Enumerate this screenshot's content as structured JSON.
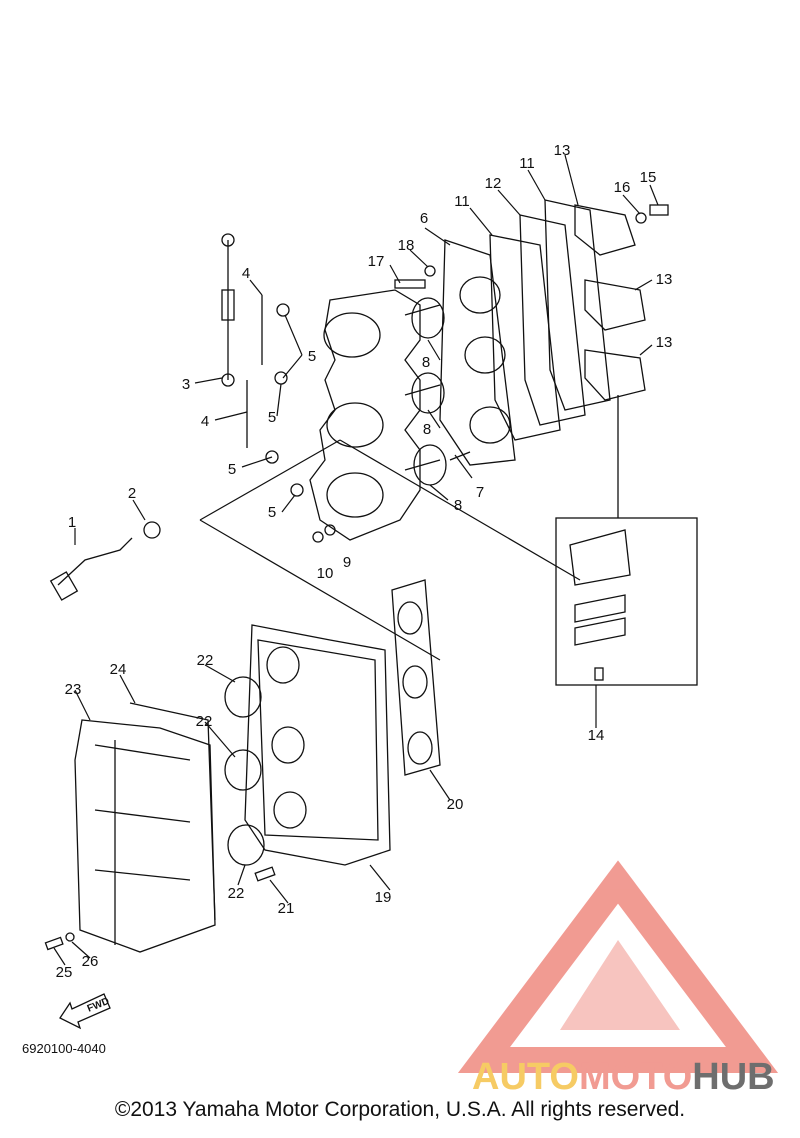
{
  "part_labels": [
    {
      "id": "1",
      "text": "1"
    },
    {
      "id": "2",
      "text": "2"
    },
    {
      "id": "3",
      "text": "3"
    },
    {
      "id": "4a",
      "text": "4"
    },
    {
      "id": "4b",
      "text": "4"
    },
    {
      "id": "5a",
      "text": "5"
    },
    {
      "id": "5b",
      "text": "5"
    },
    {
      "id": "5c",
      "text": "5"
    },
    {
      "id": "5d",
      "text": "5"
    },
    {
      "id": "6",
      "text": "6"
    },
    {
      "id": "7",
      "text": "7"
    },
    {
      "id": "8a",
      "text": "8"
    },
    {
      "id": "8b",
      "text": "8"
    },
    {
      "id": "8c",
      "text": "8"
    },
    {
      "id": "9",
      "text": "9"
    },
    {
      "id": "10",
      "text": "10"
    },
    {
      "id": "11a",
      "text": "11"
    },
    {
      "id": "11b",
      "text": "11"
    },
    {
      "id": "12",
      "text": "12"
    },
    {
      "id": "13a",
      "text": "13"
    },
    {
      "id": "13b",
      "text": "13"
    },
    {
      "id": "13c",
      "text": "13"
    },
    {
      "id": "14",
      "text": "14"
    },
    {
      "id": "15",
      "text": "15"
    },
    {
      "id": "16",
      "text": "16"
    },
    {
      "id": "17",
      "text": "17"
    },
    {
      "id": "18",
      "text": "18"
    },
    {
      "id": "19",
      "text": "19"
    },
    {
      "id": "20",
      "text": "20"
    },
    {
      "id": "21",
      "text": "21"
    },
    {
      "id": "22a",
      "text": "22"
    },
    {
      "id": "22b",
      "text": "22"
    },
    {
      "id": "22c",
      "text": "22"
    },
    {
      "id": "23",
      "text": "23"
    },
    {
      "id": "24",
      "text": "24"
    },
    {
      "id": "25",
      "text": "25"
    },
    {
      "id": "26",
      "text": "26"
    }
  ],
  "fwd_label": "FWD",
  "diagram_code": "6920100-4040",
  "watermark": {
    "brand_part1": "AUTO",
    "brand_part2": "MOTO",
    "brand_part3": "HUB",
    "color_orange": "#f5c24a",
    "color_red": "#ef8a80",
    "color_gray": "#555555"
  },
  "copyright": "©2013 Yamaha Motor Corporation, U.S.A. All rights reserved."
}
